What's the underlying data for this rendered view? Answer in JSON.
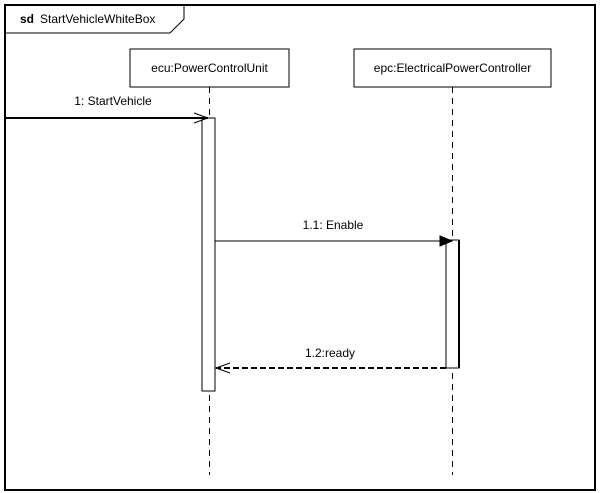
{
  "frame": {
    "keyword": "sd",
    "name": "StartVehicleWhiteBox"
  },
  "lifelines": [
    {
      "id": "ecu",
      "label": "ecu:PowerControlUnit"
    },
    {
      "id": "epc",
      "label": "epc:ElectricalPowerController"
    }
  ],
  "messages": [
    {
      "label": "1: StartVehicle",
      "from": "gate",
      "to": "ecu",
      "kind": "synchronous-open"
    },
    {
      "label": "1.1: Enable",
      "from": "ecu",
      "to": "epc",
      "kind": "synchronous"
    },
    {
      "label": "1.2:ready",
      "from": "epc",
      "to": "ecu",
      "kind": "reply"
    }
  ]
}
